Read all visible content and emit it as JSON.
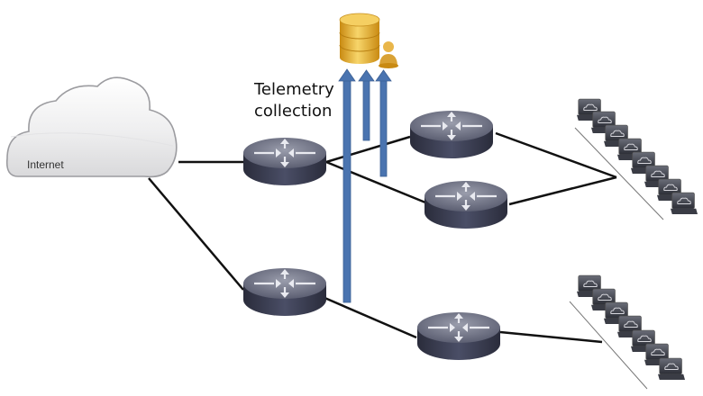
{
  "diagram": {
    "title": "Network telemetry collection",
    "labels": {
      "cloud": "Internet",
      "telemetry_line1": "Telemetry",
      "telemetry_line2": "collection"
    },
    "nodes": {
      "cloud": "Internet",
      "collector": "database-server",
      "routers": [
        "router-edge-top",
        "router-edge-bottom",
        "router-core-1",
        "router-core-2",
        "router-core-3"
      ],
      "client_groups": [
        {
          "name": "client-group-top",
          "count": 8
        },
        {
          "name": "client-group-bottom",
          "count": 7
        }
      ]
    },
    "telemetry_arrows": 3,
    "colors": {
      "arrow": "#4a74b0",
      "router_top": "#7c7f91",
      "router_side": "#34374a",
      "db_gold": "#e6b43a",
      "link": "#111111"
    }
  }
}
